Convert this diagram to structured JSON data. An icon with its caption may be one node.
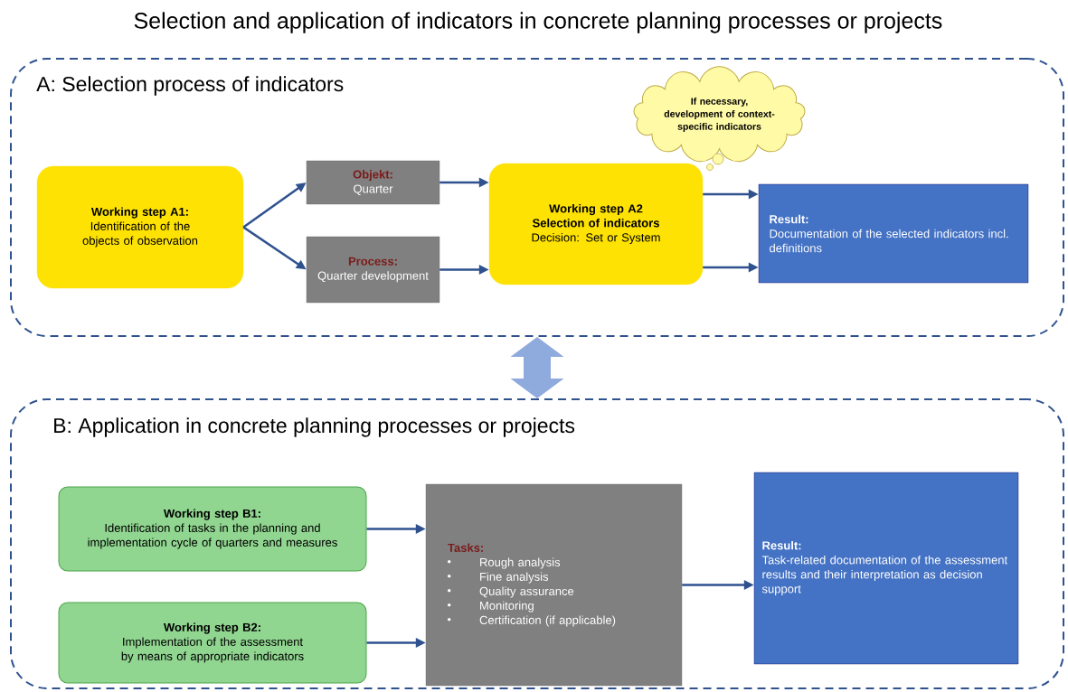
{
  "diagram": {
    "title": "Selection and application of indicators in concrete planning processes or projects",
    "nodes": [
      {
        "text": [
          "A: Selection process of indicators"
        ]
      },
      {
        "text": [
          "Working step A1:",
          "Identification of the objects of observation"
        ],
        "in": 0
      },
      {
        "text": [
          "Objekt:",
          "Quarter"
        ],
        "in": 0
      },
      {
        "text": [
          "Process:",
          "Quarter development"
        ],
        "in": 0
      },
      {
        "text": [
          "Working step A2 Selection of indicators",
          "Decision: Set or System"
        ],
        "in": 0
      },
      {
        "text": [
          "If necessary, development of context-specific indicators"
        ],
        "in": 0
      },
      {
        "text": [
          "Result:",
          "Documentation of the selected indicators incl. definitions"
        ],
        "in": 0
      },
      {
        "text": [
          "B: Application in concrete planning processes or projects"
        ]
      },
      {
        "text": [
          "Working step B1:",
          "Identification of tasks in the planning and implementation cycle of quarters and measures"
        ],
        "in": 7
      },
      {
        "text": [
          "Working step B2:",
          "Implementation of the assessment by means of appropriate indicators"
        ],
        "in": 7
      },
      {
        "text": [
          "Tasks:",
          "Rough analysis",
          "Fine analysis",
          "Quality assurance",
          "Monitoring",
          "Certification (if applicable)"
        ],
        "in": 7
      },
      {
        "text": [
          "Result:",
          "Task-related documentation of the assessment results and their interpretation as decision support"
        ],
        "in": 7
      }
    ],
    "edges": [
      {
        "from": 1,
        "to": 2,
        "arrow": "to"
      },
      {
        "from": 1,
        "to": 3,
        "arrow": "to"
      },
      {
        "from": 2,
        "to": 4,
        "arrow": "to"
      },
      {
        "from": 3,
        "to": 4,
        "arrow": "to"
      },
      {
        "from": 4,
        "to": 6,
        "arrow": "to"
      },
      {
        "from": 4,
        "to": 6,
        "arrow": "to"
      },
      {
        "from": 0,
        "to": 7,
        "arrow": "both",
        "style": "thick",
        "color": "#8faadc"
      },
      {
        "from": 8,
        "to": 10,
        "arrow": "to"
      },
      {
        "from": 9,
        "to": 10,
        "arrow": "to"
      },
      {
        "from": 10,
        "to": 11,
        "arrow": "to"
      }
    ]
  }
}
